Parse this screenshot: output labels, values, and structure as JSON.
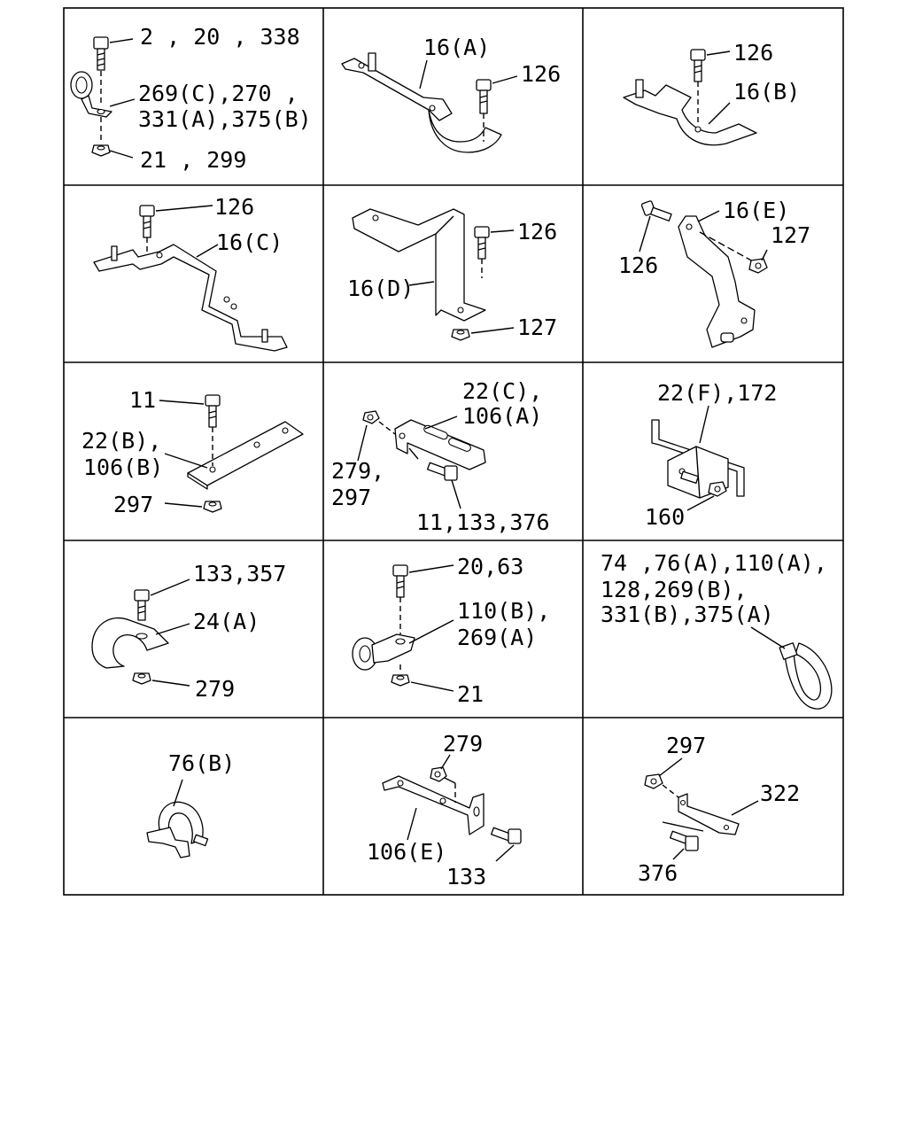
{
  "cells": [
    {
      "id": "r1c1",
      "callouts": [
        "2 , 20 , 338",
        "269(C),270 ,",
        "331(A),375(B)",
        "21 , 299"
      ]
    },
    {
      "id": "r1c2",
      "callouts": [
        "16(A)",
        "126"
      ]
    },
    {
      "id": "r1c3",
      "callouts": [
        "126",
        "16(B)"
      ]
    },
    {
      "id": "r2c1",
      "callouts": [
        "126",
        "16(C)"
      ]
    },
    {
      "id": "r2c2",
      "callouts": [
        "126",
        "16(D)",
        "127"
      ]
    },
    {
      "id": "r2c3",
      "callouts": [
        "16(E)",
        "127",
        "126"
      ]
    },
    {
      "id": "r3c1",
      "callouts": [
        "11",
        "22(B),",
        "106(B)",
        "297"
      ]
    },
    {
      "id": "r3c2",
      "callouts": [
        "22(C),",
        "106(A)",
        "279,",
        "297",
        "11,133,376"
      ]
    },
    {
      "id": "r3c3",
      "callouts": [
        "22(F),172",
        "160"
      ]
    },
    {
      "id": "r4c1",
      "callouts": [
        "133,357",
        "24(A)",
        "279"
      ]
    },
    {
      "id": "r4c2",
      "callouts": [
        "20,63",
        "110(B),",
        "269(A)",
        "21"
      ]
    },
    {
      "id": "r4c3",
      "callouts": [
        "74 ,76(A),110(A),",
        "128,269(B),",
        "331(B),375(A)"
      ]
    },
    {
      "id": "r5c1",
      "callouts": [
        "76(B)"
      ]
    },
    {
      "id": "r5c2",
      "callouts": [
        "279",
        "106(E)",
        "133"
      ]
    },
    {
      "id": "r5c3",
      "callouts": [
        "297",
        "322",
        "376"
      ]
    }
  ]
}
